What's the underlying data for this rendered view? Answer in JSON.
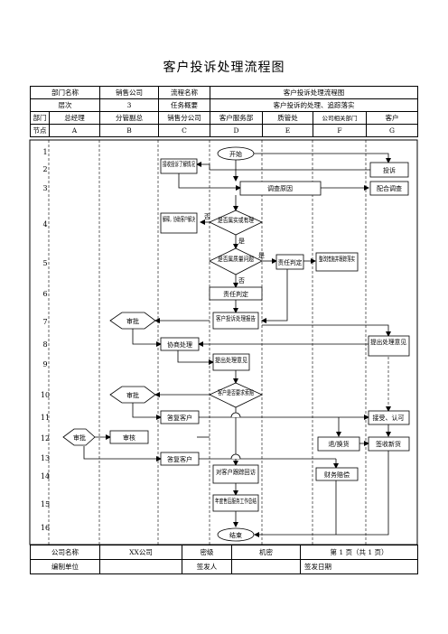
{
  "title": "客户投诉处理流程图",
  "header": {
    "dept_label": "部门名称",
    "dept_value": "销售公司",
    "flow_label": "流程名称",
    "flow_value": "客户投诉处理流程图",
    "level_label": "层次",
    "level_value": "3",
    "task_label": "任务概要",
    "task_value": "客户投诉的处理、追踪落实",
    "col_dept": "部门",
    "columns": [
      "总经理",
      "分管副总",
      "销售分公司",
      "客户服务部",
      "质管处",
      "公司相关部门",
      "客户"
    ],
    "node_label": "节点",
    "letters": [
      "A",
      "B",
      "C",
      "D",
      "E",
      "F",
      "G"
    ]
  },
  "rows": [
    "1",
    "2",
    "3",
    "4",
    "5",
    "6",
    "7",
    "8",
    "9",
    "10",
    "11",
    "12",
    "13",
    "14",
    "15",
    "16"
  ],
  "nodes": {
    "start": "开始",
    "receive": "接收投诉了解情况",
    "complain": "投诉",
    "investigate": "调查原因",
    "cooperate": "配合调查",
    "explain": "解释，协助客户解决",
    "q1": "是否属实或有理",
    "q2": "是否属质量问题",
    "resp_judge_e": "责任判定",
    "rectify": "整改措施并跟踪落实",
    "resp_judge_d": "责任判定",
    "approve1": "审批",
    "report": "客户投诉处理报告",
    "negotiate": "协商处理",
    "propose": "提出处理意见",
    "client_propose": "提出处理意见",
    "approve2": "审批",
    "q3": "客户是否要求索赔",
    "reply1": "答复客户",
    "accept": "接受、认可",
    "approve3": "审批",
    "review": "审核",
    "exchange": "退/换货",
    "sign": "签收新货",
    "reply2": "答复客户",
    "finance": "财务赔偿",
    "track": "对客户跟踪回访",
    "annual": "年度售后服务工作总结",
    "end": "结束"
  },
  "labels": {
    "no": "否",
    "yes": "是"
  },
  "footer": {
    "company_label": "公司名称",
    "company_value": "XX公司",
    "secret_label": "密级",
    "secret_value": "机密",
    "page": "第 1 页（共 1 页）",
    "unit_label": "编制单位",
    "issuer_label": "签发人",
    "date_label": "签发日期"
  }
}
